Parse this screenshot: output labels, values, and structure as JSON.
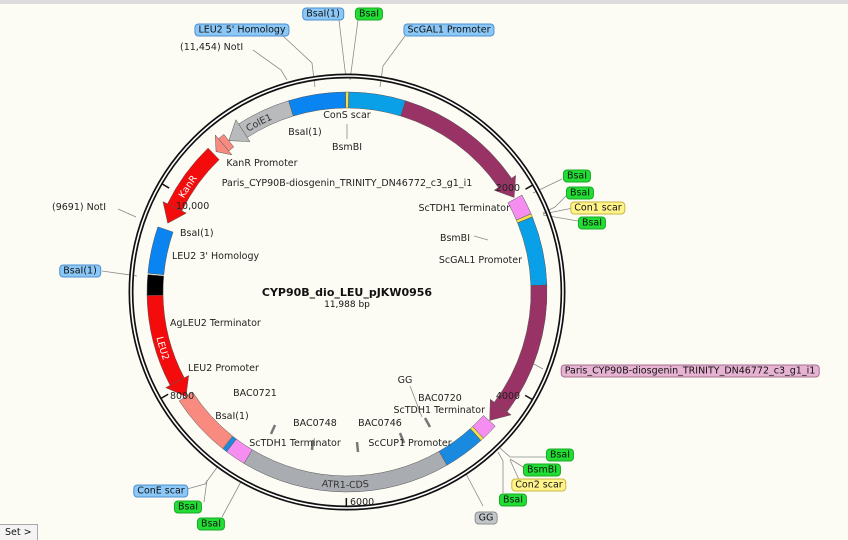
{
  "plasmid": {
    "name": "CYP90B_dio_LEU_pJKW0956",
    "length_label": "11,988 bp",
    "length_bp": 11988
  },
  "ticks": [
    {
      "bp": 2000,
      "label": "2000"
    },
    {
      "bp": 4000,
      "label": "4000"
    },
    {
      "bp": 6000,
      "label": "6000"
    },
    {
      "bp": 8000,
      "label": "8000"
    },
    {
      "bp": 10000,
      "label": "10,000"
    }
  ],
  "features": [
    {
      "name": "LEU2 5' Homology",
      "start": 11422,
      "end": 11972,
      "color": "#0a84f0",
      "arrow": "none"
    },
    {
      "name": "ConS scar",
      "start": 11975,
      "end": 15,
      "color": "#f3e24a",
      "arrow": "none"
    },
    {
      "name": "ScGAL1 Promoter",
      "start": 18,
      "end": 566,
      "color": "#0aa0e8",
      "arrow": "none"
    },
    {
      "name": "Paris_CYP90B-diosgenin_TRINITY_DN46772_c3_g1_i1",
      "start": 566,
      "end": 2015,
      "color": "#993366",
      "arrow": "cw"
    },
    {
      "name": "ScTDH1 Terminator",
      "start": 2031,
      "end": 2231,
      "color": "#f58ef0",
      "arrow": "none"
    },
    {
      "name": "Con1 scar",
      "start": 2231,
      "end": 2262,
      "color": "#f3e24a",
      "arrow": "none"
    },
    {
      "name": "ScGAL1 Promoter",
      "start": 2264,
      "end": 2930,
      "color": "#0aa0e8",
      "arrow": "none"
    },
    {
      "name": "Paris_CYP90B-diosgenin_TRINITY_DN46772_c3_g1_i1",
      "start": 2930,
      "end": 4395,
      "color": "#993366",
      "arrow": "cw"
    },
    {
      "name": "ScTDH1 Terminator",
      "start": 4400,
      "end": 4562,
      "color": "#f58ef0",
      "arrow": "none"
    },
    {
      "name": "Con2 scar",
      "start": 4562,
      "end": 4593,
      "color": "#f3e24a",
      "arrow": "none"
    },
    {
      "name": "ScCUP1 Promoter",
      "start": 4595,
      "end": 4995,
      "color": "#1a8ae0",
      "arrow": "none"
    },
    {
      "name": "ATR1-CDS",
      "start": 4995,
      "end": 7026,
      "color": "#a9acb0",
      "arrow": "none",
      "label": "ATR1-CDS"
    },
    {
      "name": "ScTDH1 Terminator",
      "start": 7026,
      "end": 7226,
      "color": "#f58ef0",
      "arrow": "none"
    },
    {
      "name": "ConE scar",
      "start": 7226,
      "end": 7270,
      "color": "#1a8ae0",
      "arrow": "none"
    },
    {
      "name": "LEU2 Promoter",
      "start": 7276,
      "end": 7893,
      "color": "#f88a80",
      "arrow": "none"
    },
    {
      "name": "LEU2",
      "start": 7893,
      "end": 8958,
      "color": "#f40c0c",
      "arrow": "ccw",
      "label": "LEU2"
    },
    {
      "name": "AgLEU2 Terminator",
      "start": 8958,
      "end": 9157,
      "color": "#000000",
      "arrow": "none"
    },
    {
      "name": "LEU2 3' Homology",
      "start": 9170,
      "end": 9624,
      "color": "#0a84f0",
      "arrow": "none"
    },
    {
      "name": "KanR",
      "start": 9690,
      "end": 10523,
      "color": "#f40c0c",
      "arrow": "ccw",
      "label": "KanR"
    },
    {
      "name": "KanR Promoter",
      "start": 10556,
      "end": 10723,
      "color": "#f88a80",
      "arrow": "ccw"
    },
    {
      "name": "ColE1",
      "start": 10723,
      "end": 11422,
      "color": "#b8babc",
      "arrow": "ccw",
      "label": "ColE1"
    }
  ],
  "inner_labels": {
    "cons": "ConS scar",
    "bsai_top": "BsaI(1)",
    "paris_top": "Paris_CYP90B-diosgenin_TRINITY_DN46772_c3_g1_i1",
    "bsmbi_top": "BsmBI",
    "kanr_promoter": "KanR Promoter",
    "bsai_left": "BsaI(1)",
    "leu2_3_homology": "LEU2 3' Homology",
    "agleu2_terminator": "AgLEU2 Terminator",
    "leu2_promoter": "LEU2 Promoter",
    "bsai_bottom": "BsaI(1)",
    "sctdh1_bottom": "ScTDH1 Terminator",
    "sccup1": "ScCUP1 Promoter",
    "sctdh1_bottom_right": "ScTDH1 Terminator",
    "sctdh1_right": "ScTDH1 Terminator",
    "scgal1_right": "ScGAL1 Promoter",
    "bsmbi_right": "BsmBI",
    "bac0721": "BAC0721",
    "bac0748": "BAC0748",
    "bac0746": "BAC0746",
    "bac0720": "BAC0720",
    "gg_inner": "GG"
  },
  "outer_labels": {
    "bsai1_top": "BsaI(1)",
    "bsai_top": "BsaI",
    "scgal1_promoter": "ScGAL1 Promoter",
    "leu2_5_homology": "LEU2 5' Homology",
    "noti_top": "(11,454)  NotI",
    "noti_left": "(9691)  NotI",
    "bsai1_left": "BsaI(1)",
    "bsai_r1": "BsaI",
    "bsai_r2": "BsaI",
    "con1_scar": "Con1 scar",
    "bsai_r3": "BsaI",
    "paris": "Paris_CYP90B-diosgenin_TRINITY_DN46772_c3_g1_i1",
    "bsai_br1": "BsaI",
    "bsmbi_br": "BsmBI",
    "con2_scar": "Con2 scar",
    "bsai_br2": "BsaI",
    "gg": "GG",
    "cone_scar": "ConE scar",
    "bsai_bl1": "BsaI",
    "bsai_bl2": "BsaI"
  },
  "colors": {
    "enzyme_site": "#22dd33",
    "feature_tag": "#8cc8f7",
    "scar": "#fff38a",
    "gene_tag": "#e6b3d3",
    "misc": "#c3c6c9"
  },
  "set_button": "Set >"
}
